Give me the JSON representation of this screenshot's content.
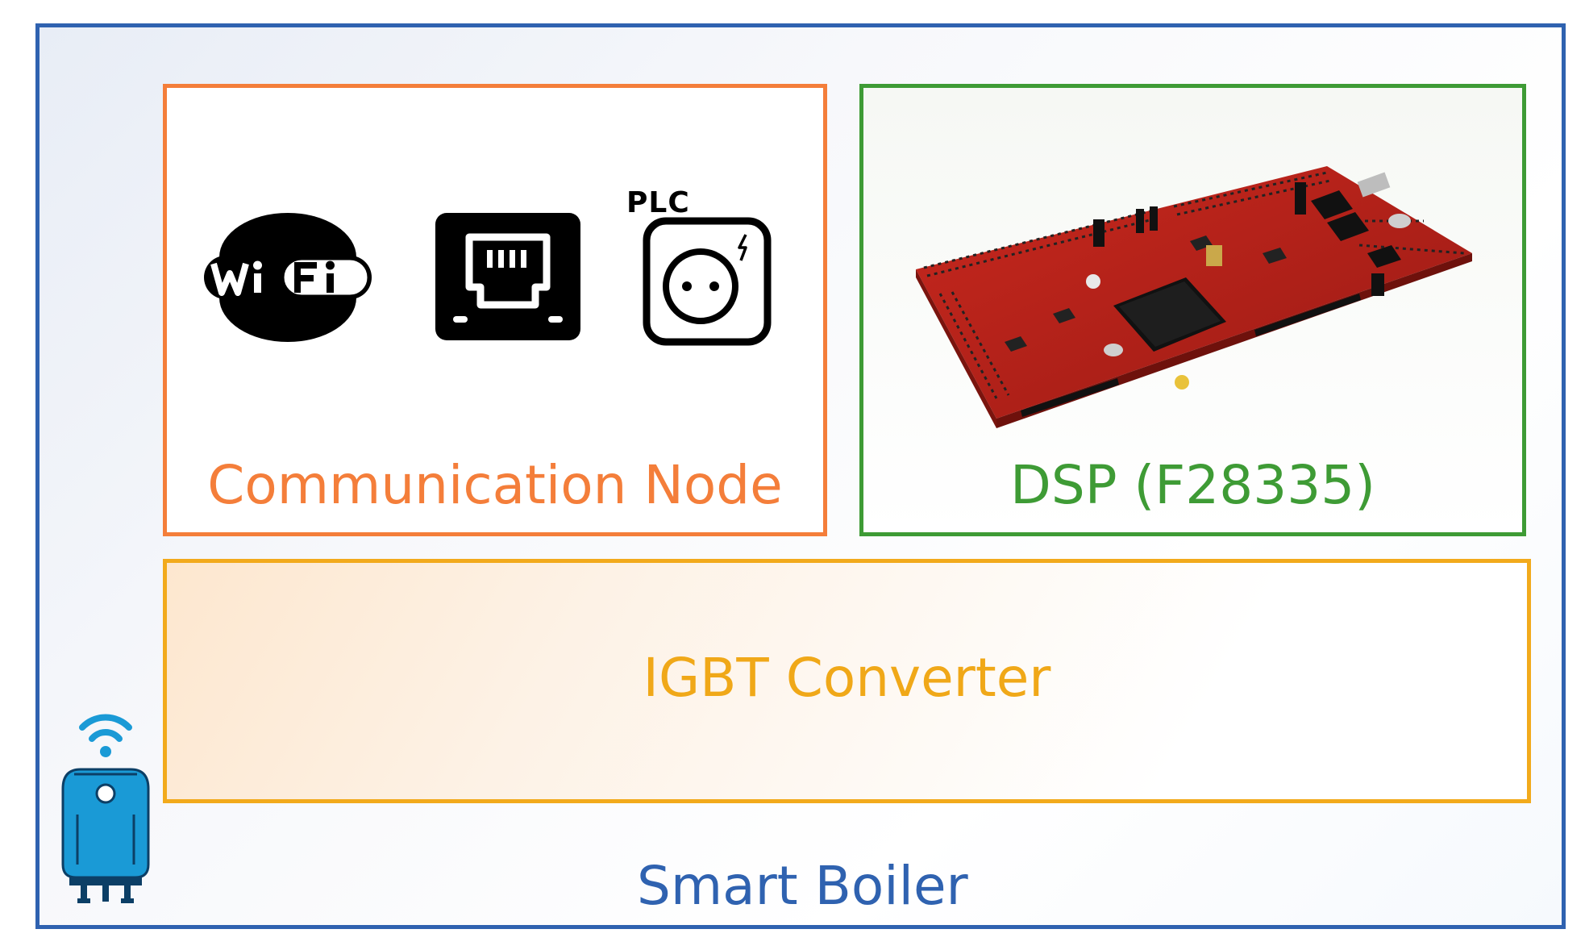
{
  "diagram": {
    "outer": {
      "label": "Smart Boiler",
      "border_color": "#2f62b0"
    },
    "communication_node": {
      "label": "Communication Node",
      "border_color": "#f47e3a",
      "icons": [
        "wifi-logo-icon",
        "ethernet-port-icon",
        "plc-socket-icon"
      ],
      "wifi_logo_text": "WiFi",
      "plc_label": "PLC"
    },
    "dsp": {
      "label": "DSP (F28335)",
      "border_color": "#3e9b35",
      "image": "red-dsp-development-board"
    },
    "igbt": {
      "label": "IGBT Converter",
      "border_color": "#f2aa1c"
    },
    "boiler_icon": {
      "icon": "smart-boiler-wireless-icon",
      "color": "#1a9ad6"
    }
  }
}
